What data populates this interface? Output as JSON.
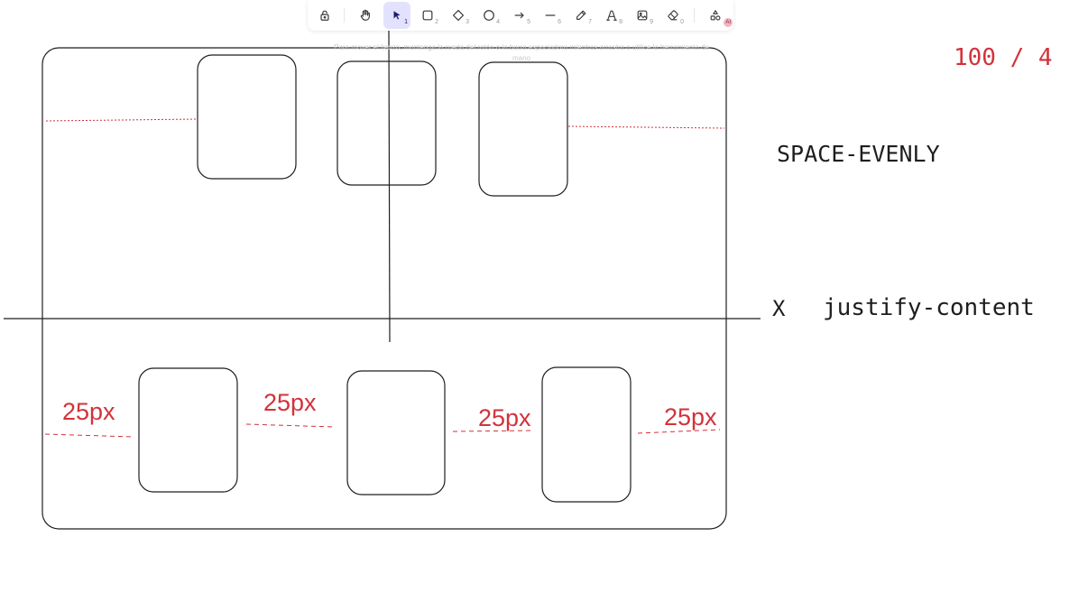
{
  "toolbar": {
    "tools": [
      {
        "name": "lock-icon",
        "key": ""
      },
      {
        "name": "hand-icon",
        "key": ""
      },
      {
        "name": "selection-icon",
        "key": "1",
        "active": true
      },
      {
        "name": "rectangle-icon",
        "key": "2"
      },
      {
        "name": "diamond-icon",
        "key": "3"
      },
      {
        "name": "ellipse-icon",
        "key": "4"
      },
      {
        "name": "arrow-icon",
        "key": "5"
      },
      {
        "name": "line-icon",
        "key": "6"
      },
      {
        "name": "pencil-icon",
        "key": "7"
      },
      {
        "name": "text-icon",
        "key": "8"
      },
      {
        "name": "image-icon",
        "key": "9"
      },
      {
        "name": "eraser-icon",
        "key": "0"
      },
      {
        "name": "more-tools-icon",
        "key": ""
      }
    ],
    "ai_badge": "AI"
  },
  "hint": "Para mover el lienzo, mantenga la rueda del ratón o la barra espaciadora mientras arrastra o utilice la herramienta de mano",
  "canvas": {
    "counter": "100 / 4",
    "label_space_evenly": "SPACE-EVENLY",
    "label_x": "X",
    "label_justify_content": "justify-content",
    "gap_labels": [
      "25px",
      "25px",
      "25px",
      "25px"
    ],
    "colors": {
      "stroke": "#1e1e1e",
      "accent": "#d2323b",
      "active_tool_bg": "#e3e2fe"
    }
  }
}
